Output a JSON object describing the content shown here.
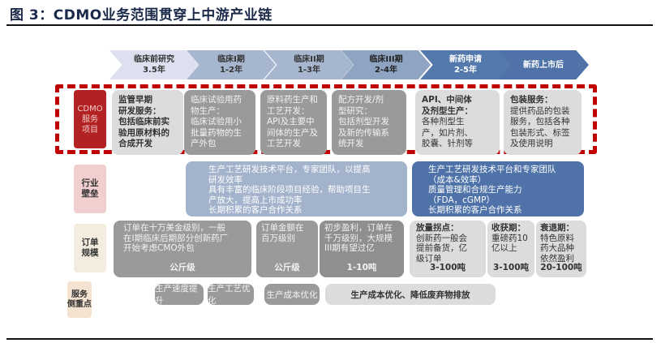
{
  "title": "图 3：CDMO业务范围贯穿上中游产业链",
  "phases": [
    {
      "name": "临床前研究",
      "duration": "3.5年"
    },
    {
      "name": "临床I期",
      "duration": "1-2年"
    },
    {
      "name": "临床II期",
      "duration": "1-3年"
    },
    {
      "name": "临床III期",
      "duration": "2-4年"
    },
    {
      "name": "新药申请",
      "duration": "2-5年"
    },
    {
      "name": "新药上市后",
      "duration": ""
    }
  ],
  "rows": {
    "services": {
      "label": [
        "CDMO",
        "服务",
        "项目"
      ],
      "items": [
        {
          "lines": [
            "监管早期",
            "研发服务：",
            "包括临床前实",
            "验用原材料的",
            "合成开发"
          ]
        },
        {
          "lines": [
            "临床试验用药",
            "物生产：",
            "临床试验用小",
            "批量药物的生",
            "产外包"
          ]
        },
        {
          "lines": [
            "原料药生产和",
            "工艺开发：",
            "API及主要中",
            "间体的生产及",
            "工艺开发"
          ]
        },
        {
          "lines": [
            "配方开发/剂",
            "型研究：",
            "包括剂型开发",
            "及新的传输系",
            "统开发"
          ]
        },
        {
          "lines": [
            "API、中间体",
            "及剂型生产：",
            "各种剂型生",
            "产，如片剂、",
            "胶囊、针剂等"
          ]
        },
        {
          "lines": [
            "包装服务：",
            "提供药品的包装",
            "服务，包括各种",
            "包装形式、标签",
            "及使用说明"
          ]
        }
      ]
    },
    "barriers": {
      "label": [
        "行业",
        "壁垒"
      ],
      "items": [
        {
          "lines": [
            "生产工艺研发技术平台，专家团队，以提高",
            "研发效率",
            "具有丰富的临床阶段项目经验，帮助项目生",
            "产放大，提高上市成功率",
            "长期积累的客户合作关系"
          ]
        },
        {
          "lines": [
            "生产工艺研发技术平台和专家团队",
            "（成本&效率）",
            "质量管理和合规生产能力",
            "（FDA，cGMP）",
            "长期积累的客户合作关系"
          ]
        }
      ]
    },
    "orders": {
      "label": [
        "订单",
        "规模"
      ],
      "items": [
        {
          "lines": [
            "订单在十万美金级别，一般",
            "在I期临床后期部分创新药厂",
            "开始考虑CMO外包"
          ],
          "scale": "公斤级"
        },
        {
          "lines": [
            "订单金额在",
            "百万级别"
          ],
          "scale": "公斤级"
        },
        {
          "lines": [
            "初步盈利，订单在",
            "千万级别，大规模",
            "III期有望过亿"
          ],
          "scale": "1-10吨"
        },
        {
          "lines": [
            "放量拐点：",
            "创新药一般会",
            "提前备货，亿",
            "级订单"
          ],
          "scale": "3-100吨"
        },
        {
          "lines": [
            "收获期：",
            "重磅药10",
            "亿以上"
          ],
          "scale": "3-100吨"
        },
        {
          "lines": [
            "衰退期：",
            "特色原料",
            "药大品种",
            "依然盈利"
          ],
          "scale": "20-100吨"
        }
      ]
    },
    "focus": {
      "label": [
        "服务",
        "侧重点"
      ],
      "items": [
        "生产速度提升",
        "生产工艺优化",
        "生产成本优化",
        "生产成本优化、降低废弃物排放"
      ]
    }
  },
  "colors": {
    "frame_red": "#c00000",
    "cdmo_label": "#b22222",
    "light_gray": "#d9d9d9",
    "dark_gray": "#8c8c8c",
    "steel_blue_light": "#9fb1cc",
    "steel_blue_dark": "#4f73a8",
    "chevron_1": "#dde1ef",
    "chevron_2": "#a7b6cf",
    "chevron_3": "#7b93b8",
    "chevron_4": "#4a6ea4"
  }
}
